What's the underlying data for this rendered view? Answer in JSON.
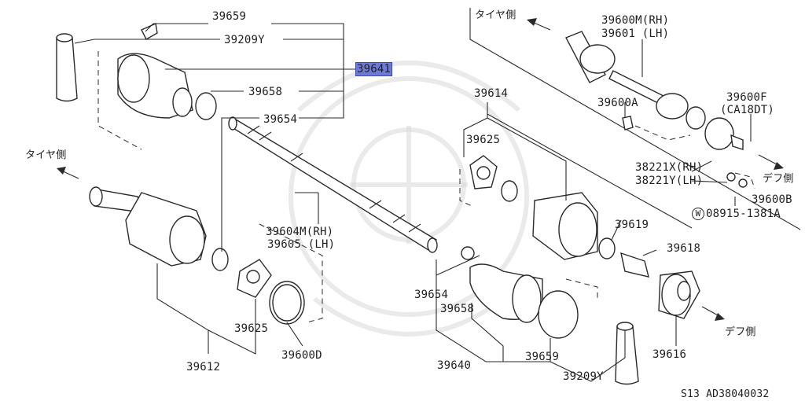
{
  "labels": {
    "p39659_top": "39659",
    "p39209y_top": "39209Y",
    "p39641": "39641",
    "p39658_top": "39658",
    "p39654_top": "39654",
    "tire_side_left": "タイヤ側",
    "p39604m_rh": "39604M(RH)",
    "p39605_lh": "39605 (LH)",
    "p39625_left": "39625",
    "p39612": "39612",
    "p39600d": "39600D",
    "p39614": "39614",
    "p39625_mid": "39625",
    "p39619": "39619",
    "p39618": "39618",
    "p39654_mid": "39654",
    "p39658_mid": "39658",
    "p39640": "39640",
    "p39659_bottom": "39659",
    "p39209y_bottom": "39209Y",
    "p39616": "39616",
    "diff_side_bottom": "デフ側",
    "tire_side_top": "タイヤ側",
    "p39600m_rh": "39600M(RH)",
    "p39601_lh": "39601 (LH)",
    "p39600a": "39600A",
    "p39600f": "39600F",
    "ca18dt": "(CA18DT)",
    "diff_side_right": "デフ側",
    "p38221x_rh": "38221X(RH)",
    "p38221y_lh": "38221Y(LH)",
    "p39600b": "39600B",
    "w_circle": "W",
    "p08915": "08915-1381A",
    "footer": "S13  AD38040032"
  },
  "colors": {
    "highlight": "#6f7ad6",
    "line": "#2a2a2a",
    "watermark": "#d9d9d9"
  }
}
